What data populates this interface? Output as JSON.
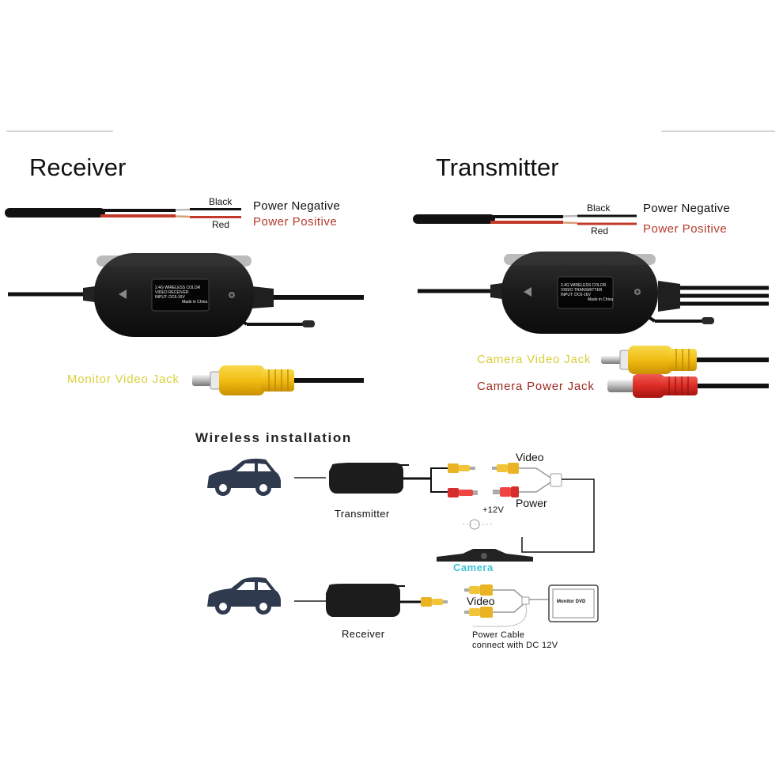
{
  "top": {
    "receiver": {
      "title": "Receiver",
      "wire_black": "Black",
      "wire_red": "Red",
      "power_negative": "Power Negative",
      "power_positive": "Power Positive",
      "jack_label": "Monitor Video Jack",
      "chip_lines": [
        "2.4G WIRELESS COLOR",
        "VIDEO RECEIVER",
        "INPUT: DC6-16V",
        "Made in China"
      ]
    },
    "transmitter": {
      "title": "Transmitter",
      "wire_black": "Black",
      "wire_red": "Red",
      "power_negative": "Power  Negative",
      "power_positive": "Power  Positive",
      "video_jack_label": "Camera Video Jack",
      "power_jack_label": "Camera Power Jack",
      "chip_lines": [
        "2.4G WIRELESS COLOR",
        "VIDEO TRANSMITTER",
        "INPUT: DC6-16V",
        "Made in China"
      ]
    }
  },
  "installation": {
    "heading": "Wireless installation",
    "transmitter_label": "Transmitter",
    "receiver_label": "Receiver",
    "video_label_top": "Video",
    "power_label": "Power",
    "voltage_label": "+12V",
    "camera_label": "Camera",
    "video_label_bottom": "Video",
    "monitor_label": "Monitor DVD",
    "power_cable_line1": "Power Cable",
    "power_cable_line2": "connect with DC 12V"
  },
  "colors": {
    "rca_yellow": "#f2c21a",
    "dc_red": "#e0312c",
    "device_body": "#1d1d1d",
    "label_red": "#b33a2a",
    "label_yellow": "#d8cf3a",
    "camera_cyan": "#3dc3d8"
  }
}
